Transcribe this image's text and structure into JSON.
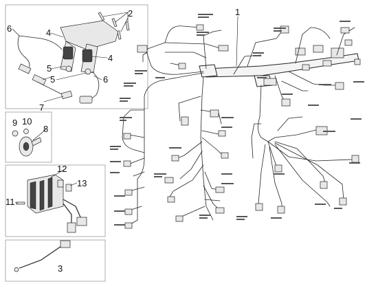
{
  "diagram": {
    "callouts": {
      "n1": "1",
      "n2": "2",
      "n3": "3",
      "n4a": "4",
      "n4b": "4",
      "n5a": "5",
      "n5b": "5",
      "n6a": "6",
      "n6b": "6",
      "n7": "7",
      "n8": "8",
      "n9": "9",
      "n10": "10",
      "n11": "11",
      "n12": "12",
      "n13": "13"
    }
  }
}
